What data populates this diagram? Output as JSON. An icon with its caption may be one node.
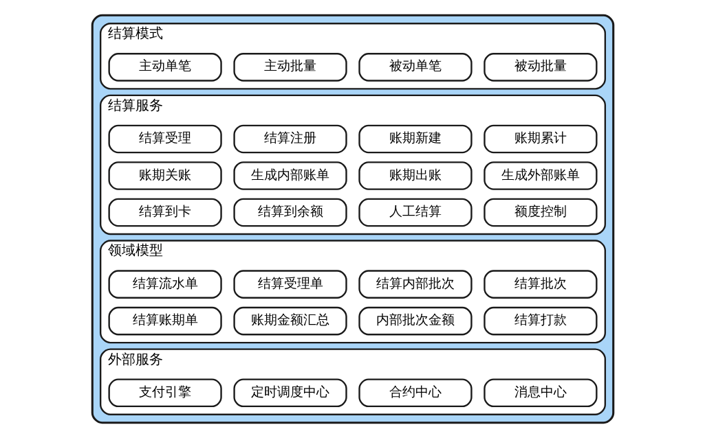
{
  "diagram": {
    "nodes": [
      {
        "text": [],
        "shape": "box"
      },
      {
        "text": [
          "结算模式"
        ],
        "in": 0
      },
      {
        "text": [
          "主动单笔"
        ],
        "in": 1
      },
      {
        "text": [
          "主动批量"
        ],
        "in": 1
      },
      {
        "text": [
          "被动单笔"
        ],
        "in": 1
      },
      {
        "text": [
          "被动批量"
        ],
        "in": 1
      },
      {
        "text": [
          "结算服务"
        ],
        "in": 0
      },
      {
        "text": [
          "结算受理"
        ],
        "in": 6
      },
      {
        "text": [
          "结算注册"
        ],
        "in": 6
      },
      {
        "text": [
          "账期新建"
        ],
        "in": 6
      },
      {
        "text": [
          "账期累计"
        ],
        "in": 6
      },
      {
        "text": [
          "账期关账"
        ],
        "in": 6
      },
      {
        "text": [
          "生成内部账单"
        ],
        "in": 6
      },
      {
        "text": [
          "账期出账"
        ],
        "in": 6
      },
      {
        "text": [
          "生成外部账单"
        ],
        "in": 6
      },
      {
        "text": [
          "结算到卡"
        ],
        "in": 6
      },
      {
        "text": [
          "结算到余额"
        ],
        "in": 6
      },
      {
        "text": [
          "人工结算"
        ],
        "in": 6
      },
      {
        "text": [
          "额度控制"
        ],
        "in": 6
      },
      {
        "text": [
          "领域模型"
        ],
        "in": 0
      },
      {
        "text": [
          "结算流水单"
        ],
        "in": 19
      },
      {
        "text": [
          "结算受理单"
        ],
        "in": 19
      },
      {
        "text": [
          "结算内部批次"
        ],
        "in": 19
      },
      {
        "text": [
          "结算批次"
        ],
        "in": 19
      },
      {
        "text": [
          "结算账期单"
        ],
        "in": 19
      },
      {
        "text": [
          "账期金额汇总"
        ],
        "in": 19
      },
      {
        "text": [
          "内部批次金额"
        ],
        "in": 19
      },
      {
        "text": [
          "结算打款"
        ],
        "in": 19
      },
      {
        "text": [
          "外部服务"
        ],
        "in": 0
      },
      {
        "text": [
          "支付引擎"
        ],
        "in": 28
      },
      {
        "text": [
          "定时调度中心"
        ],
        "in": 28
      },
      {
        "text": [
          "合约中心"
        ],
        "in": 28
      },
      {
        "text": [
          "消息中心"
        ],
        "in": 28
      }
    ]
  }
}
